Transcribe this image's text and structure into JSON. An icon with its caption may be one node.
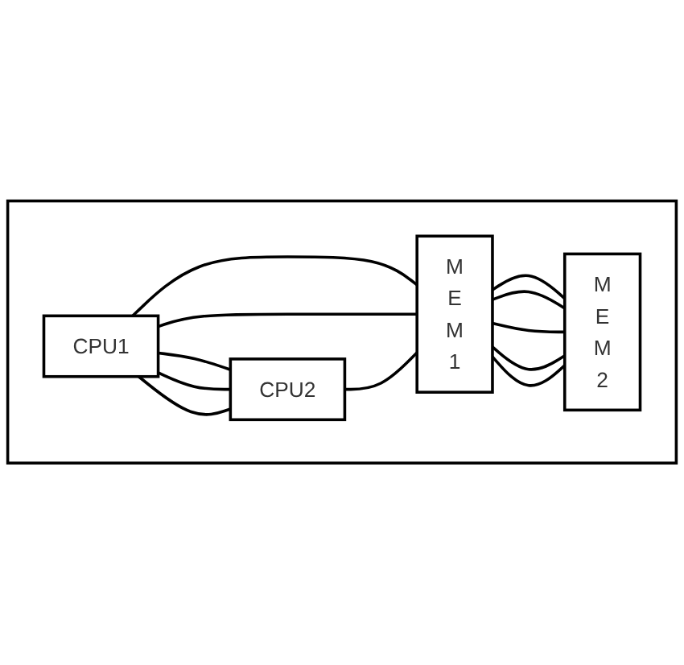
{
  "diagram": {
    "nodes": [
      {
        "text": [],
        "shape": "box"
      },
      {
        "text": [
          "CPU1"
        ],
        "in": 0
      },
      {
        "text": [
          "CPU2"
        ],
        "in": 0
      },
      {
        "text": [
          "M E M 1"
        ],
        "in": 0
      },
      {
        "text": [
          "M E M 2"
        ],
        "in": 0
      }
    ],
    "edges": [
      {
        "from": 1,
        "to": 3,
        "arrow": "none"
      },
      {
        "from": 1,
        "to": 3,
        "arrow": "none"
      },
      {
        "from": 1,
        "to": 2,
        "arrow": "none"
      },
      {
        "from": 1,
        "to": 2,
        "arrow": "none"
      },
      {
        "from": 1,
        "to": 2,
        "arrow": "none"
      },
      {
        "from": 2,
        "to": 3,
        "arrow": "none"
      },
      {
        "from": 3,
        "to": 4,
        "arrow": "none"
      },
      {
        "from": 3,
        "to": 4,
        "arrow": "none"
      },
      {
        "from": 3,
        "to": 4,
        "arrow": "none"
      },
      {
        "from": 3,
        "to": 4,
        "arrow": "none"
      },
      {
        "from": 3,
        "to": 4,
        "arrow": "none"
      }
    ]
  }
}
